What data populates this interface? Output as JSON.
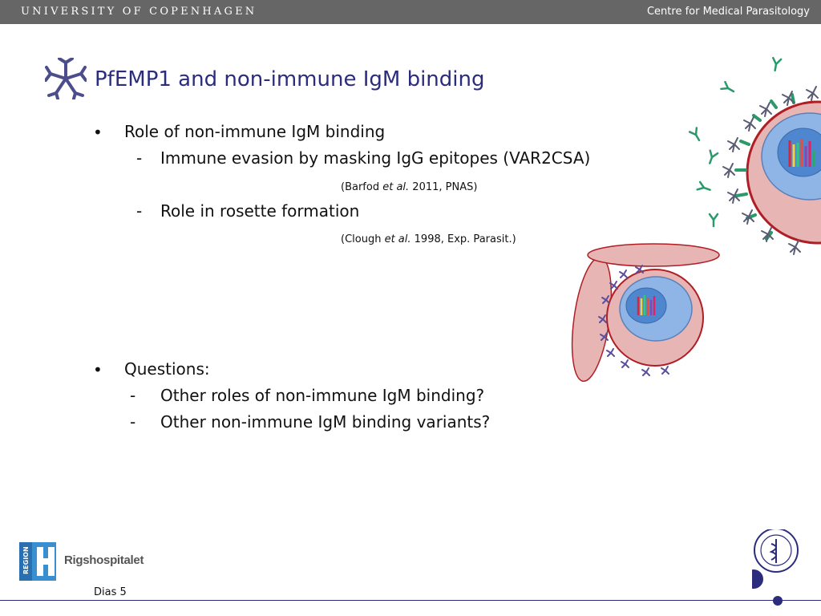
{
  "header": {
    "university": "UNIVERSITY OF COPENHAGEN",
    "department": "Centre for Medical Parasitology"
  },
  "slide": {
    "title": "PfEMP1 and non-immune IgM binding",
    "section1": {
      "heading": "Role of non-immune IgM binding",
      "items": [
        {
          "text": "Immune evasion by masking IgG epitopes (VAR2CSA)",
          "ref_before": "(Barfod ",
          "ref_italic": "et al.",
          "ref_after": " 2011, PNAS)"
        },
        {
          "text": "Role in rosette formation",
          "ref_before": "(Clough ",
          "ref_italic": "et al.",
          "ref_after": " 1998, Exp. Parasit.)"
        }
      ]
    },
    "section2": {
      "heading": "Questions:",
      "items": [
        "Other roles of non-immune IgM binding?",
        "Other non-immune IgM binding variants?"
      ]
    },
    "dash": "-",
    "bullet": "•"
  },
  "footer": {
    "slide_number": "Dias 5",
    "logo_left_text": "Rigshospitalet",
    "logo_left_badge": "REGION",
    "accent_color": "#2b2d7c"
  },
  "colors": {
    "title": "#2b2d7c",
    "topbar": "#666666",
    "cell_fill": "#e8b5b5",
    "cell_stroke": "#b01e25",
    "nucleus": "#6f9fd9",
    "antibody_green": "#2a9a6a",
    "igm_purple": "#5c4f9a"
  }
}
